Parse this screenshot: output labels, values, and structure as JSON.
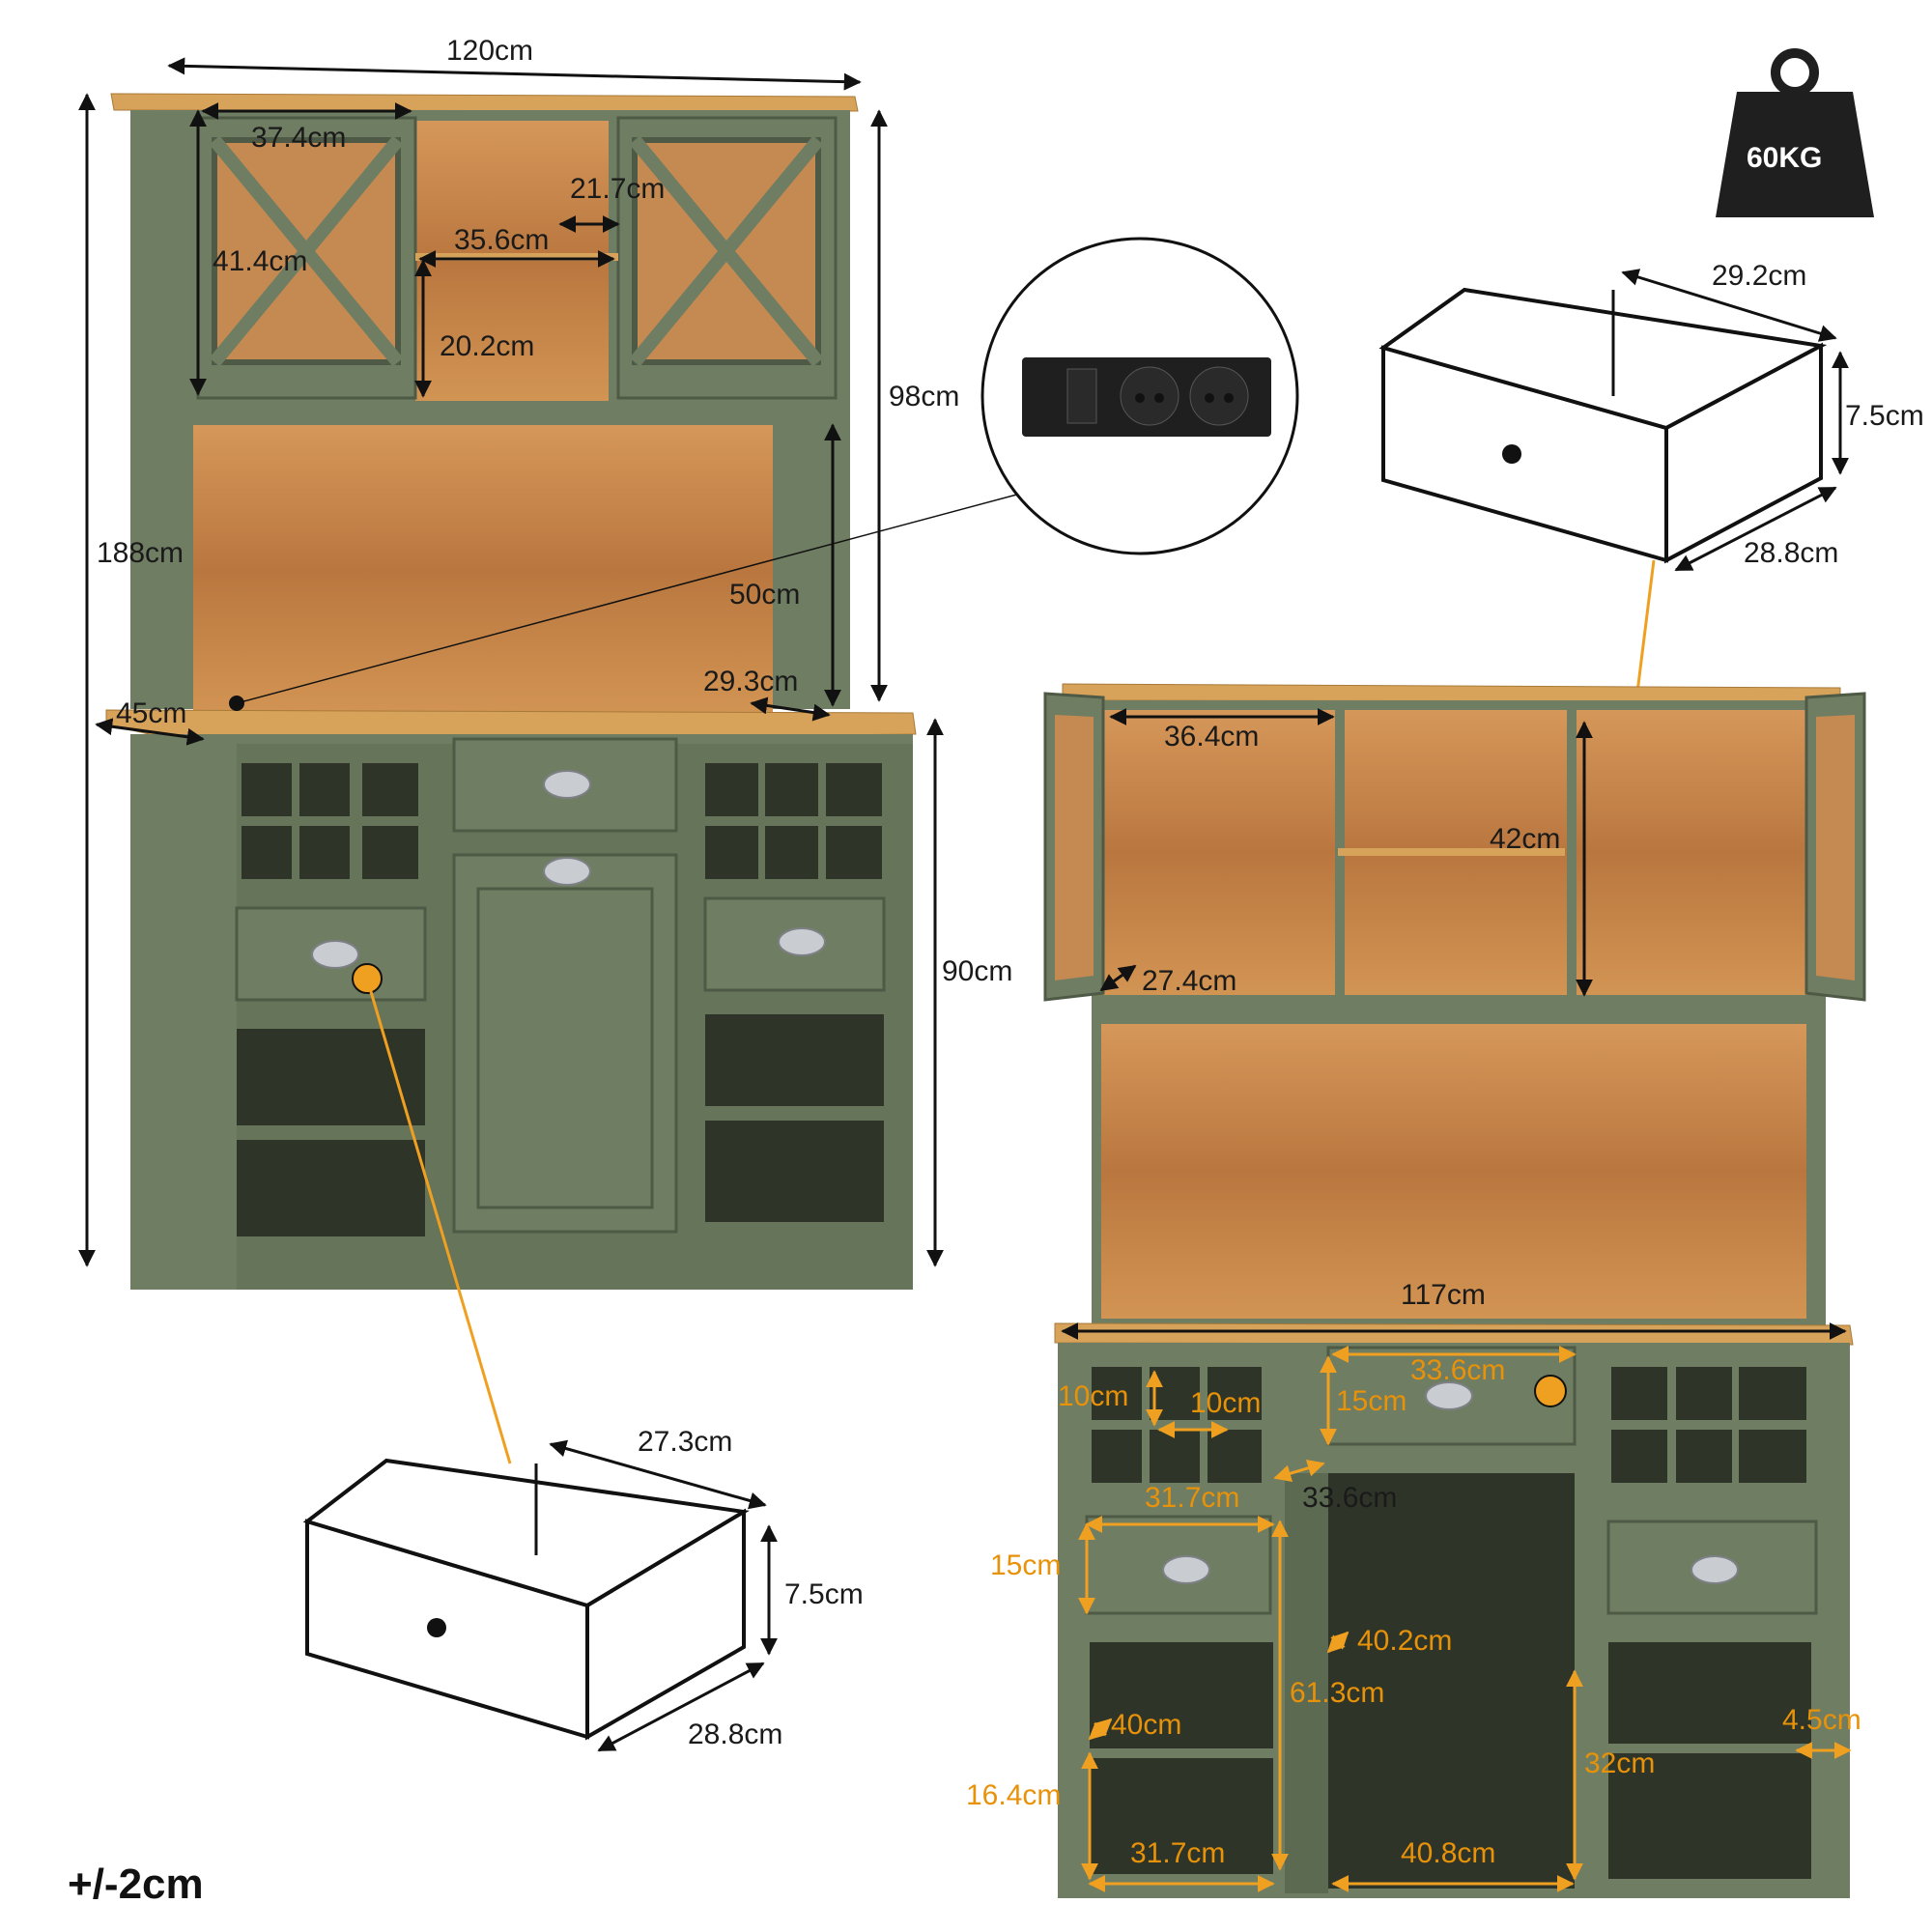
{
  "weight": "60KG",
  "tolerance": "+/-2cm",
  "colors": {
    "cabinet": "#6f7d63",
    "cabinet_dark": "#5d6a52",
    "wood": "#c98a4e",
    "wood_dark": "#a86a36",
    "top": "#d7a25a",
    "orange": "#f0a020"
  },
  "left": {
    "width": "120cm",
    "door_width": "37.4cm",
    "door_height": "41.4cm",
    "shelf_gap": "21.7cm",
    "shelf_width": "35.6cm",
    "shelf_height": "20.2cm",
    "upper_height": "98cm",
    "total_height": "188cm",
    "open_height": "50cm",
    "depth_top": "29.3cm",
    "depth": "45cm",
    "base_height": "90cm"
  },
  "drawer_left": {
    "width": "27.3cm",
    "height": "7.5cm",
    "depth": "28.8cm"
  },
  "drawer_right": {
    "width": "29.2cm",
    "height": "7.5cm",
    "depth": "28.8cm"
  },
  "right": {
    "inner_width": "36.4cm",
    "inner_height": "42cm",
    "inner_depth": "27.4cm",
    "counter_width": "117cm",
    "drawer_w": "33.6cm",
    "drawer_h": "15cm",
    "cube_h": "10cm",
    "cube_w": "10cm",
    "side_w": "31.7cm",
    "door_depth": "33.6cm",
    "left_drawer_h": "15cm",
    "shelf_depth": "40.2cm",
    "door_height": "61.3cm",
    "side_depth": "40cm",
    "bottom_cube": "16.4cm",
    "bottom_w": "31.7cm",
    "center_w": "40.8cm",
    "center_h": "32cm",
    "side_gap": "4.5cm"
  }
}
